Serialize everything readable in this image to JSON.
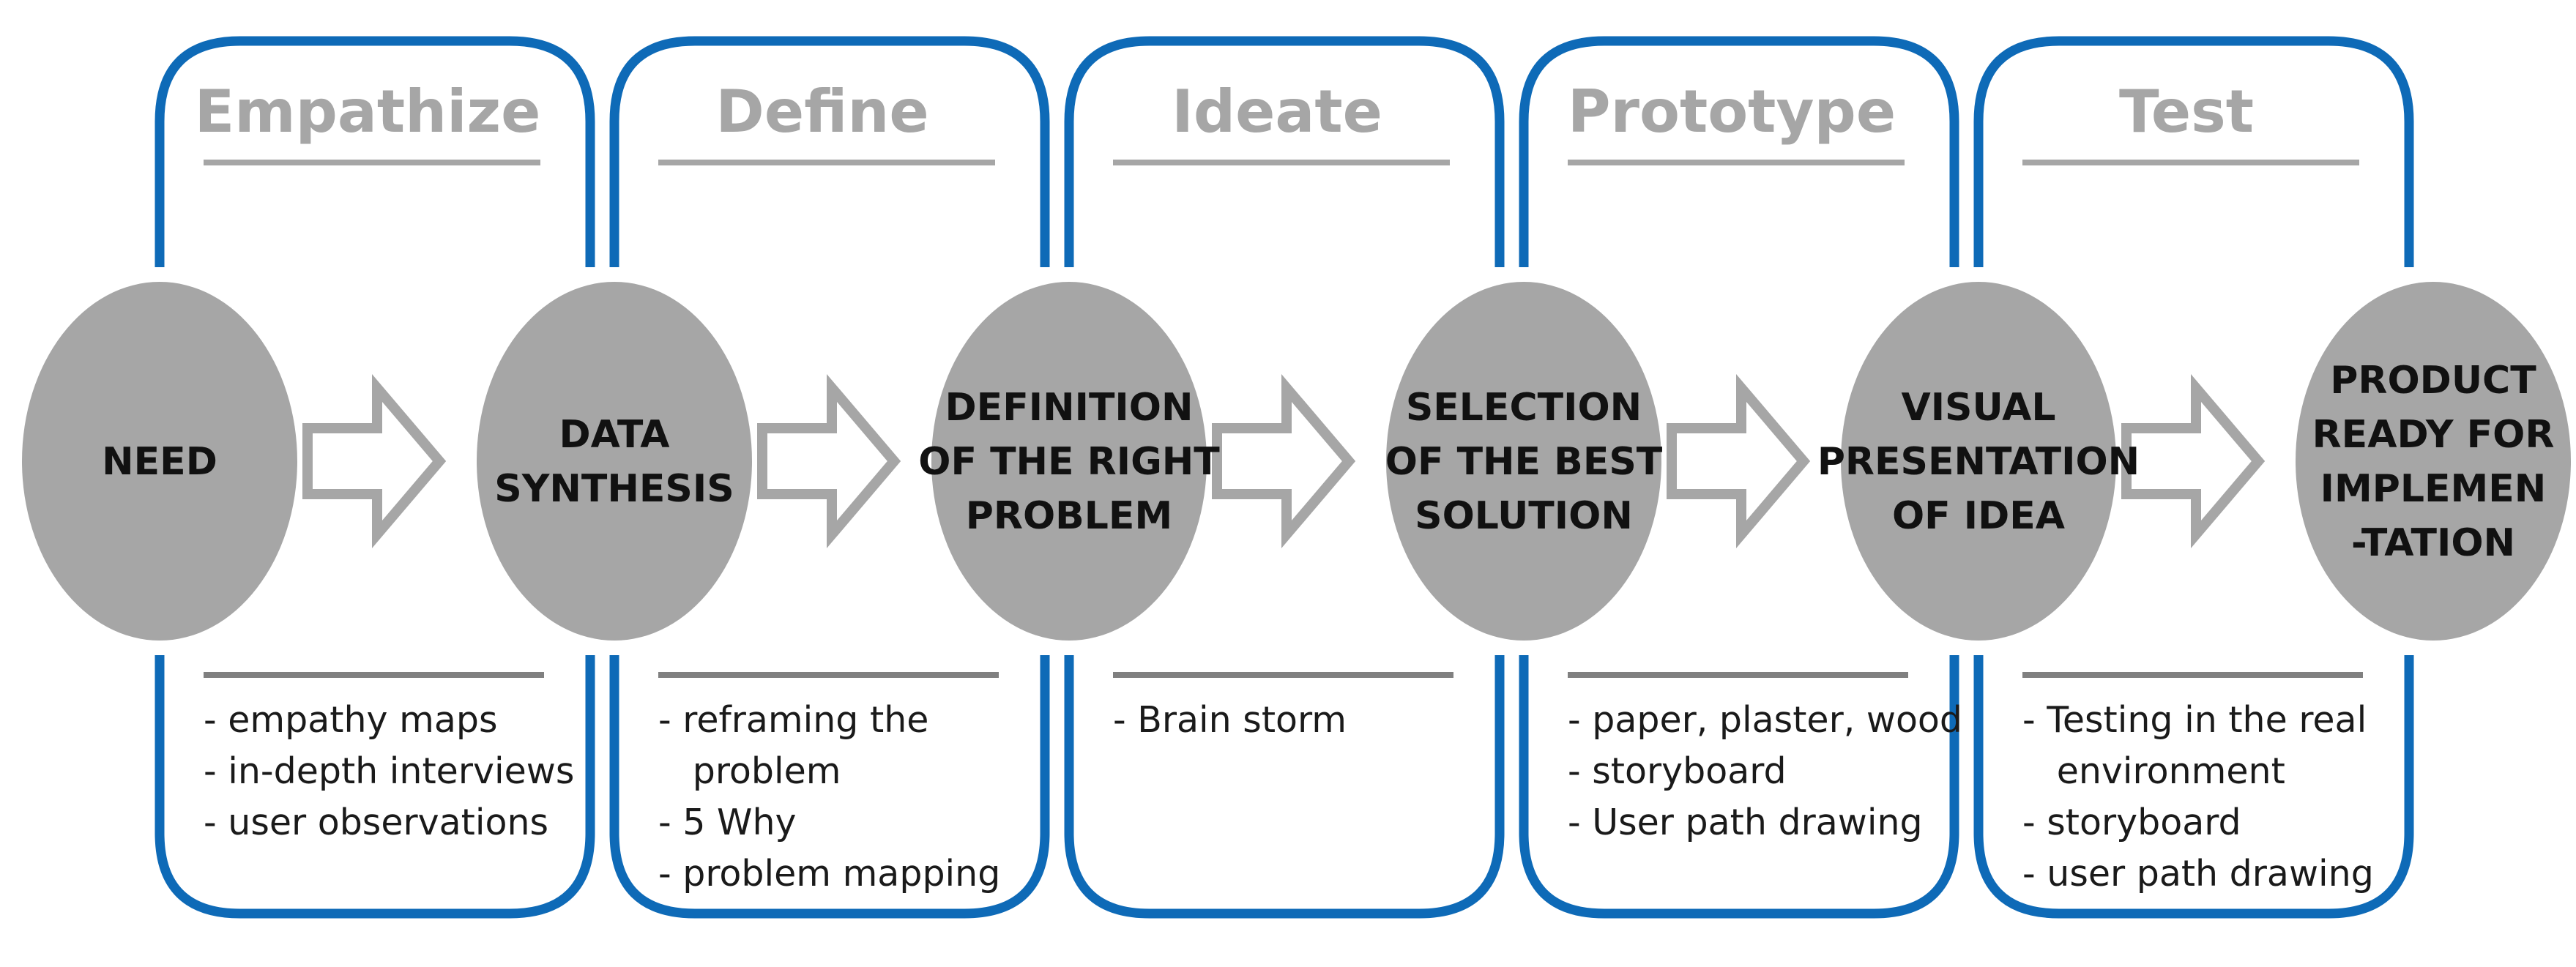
{
  "colors": {
    "frame": "#0e6ab7",
    "node": "#a6a6a6",
    "rule": "#a6a6a6",
    "arrow": "#a6a6a6"
  },
  "stages": [
    {
      "title": "Empathize",
      "methods": [
        "- empathy maps",
        "- in-depth interviews",
        "- user observations"
      ]
    },
    {
      "title": "Define",
      "methods": [
        "- reframing the",
        "   problem",
        "- 5 Why",
        "- problem mapping"
      ]
    },
    {
      "title": "Ideate",
      "methods": [
        "- Brain storm"
      ]
    },
    {
      "title": "Prototype",
      "methods": [
        "- paper, plaster, wood",
        "- storyboard",
        "- User path drawing"
      ]
    },
    {
      "title": "Test",
      "methods": [
        "- Testing in the real",
        "   environment",
        "- storyboard",
        "- user path drawing"
      ]
    }
  ],
  "nodes": [
    {
      "lines": [
        "NEED"
      ]
    },
    {
      "lines": [
        "DATA",
        "SYNTHESIS"
      ]
    },
    {
      "lines": [
        "DEFINITION",
        "OF THE RIGHT",
        "PROBLEM"
      ]
    },
    {
      "lines": [
        "SELECTION",
        "OF THE BEST",
        "SOLUTION"
      ]
    },
    {
      "lines": [
        "VISUAL",
        "PRESENTATION",
        "OF IDEA"
      ]
    },
    {
      "lines": [
        "PRODUCT",
        "READY FOR",
        "IMPLEMEN",
        "-TATION"
      ]
    }
  ]
}
